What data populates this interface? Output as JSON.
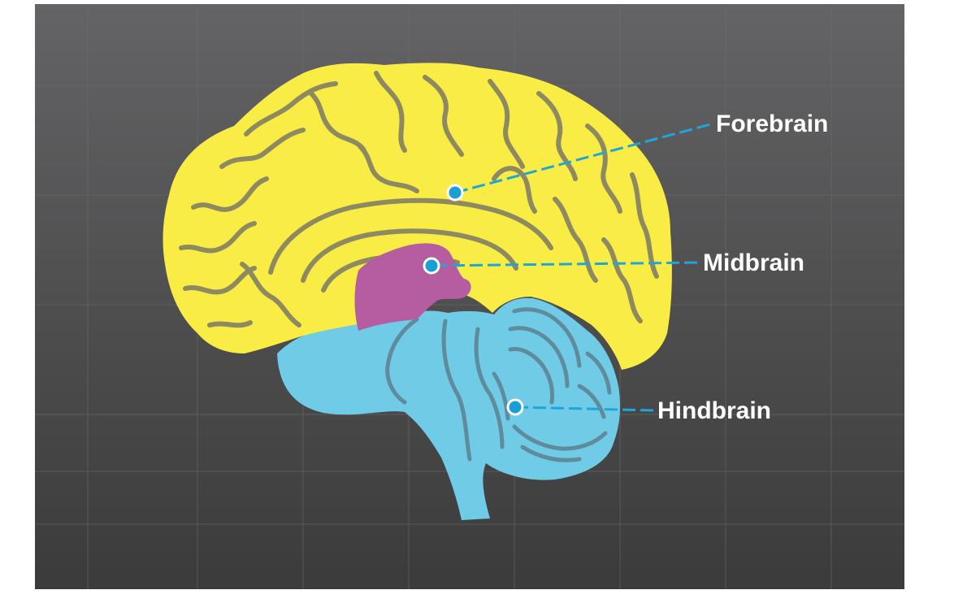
{
  "diagram": {
    "colors": {
      "background_top": "#646365",
      "background_bottom": "#3b3b3b",
      "grid": "#6e6e70",
      "forebrain": "#f8ec45",
      "forebrain_folds": "#8d8a62",
      "midbrain": "#b65ca1",
      "hindbrain": "#6fcbe6",
      "hindbrain_folds": "#5f8c9c",
      "leader_line": "#1fa6d8",
      "marker_fill": "#1a9fd4",
      "marker_ring": "#ffffff",
      "label_text": "#ffffff"
    },
    "labels": {
      "forebrain": "Forebrain",
      "midbrain": "Midbrain",
      "hindbrain": "Hindbrain"
    }
  }
}
